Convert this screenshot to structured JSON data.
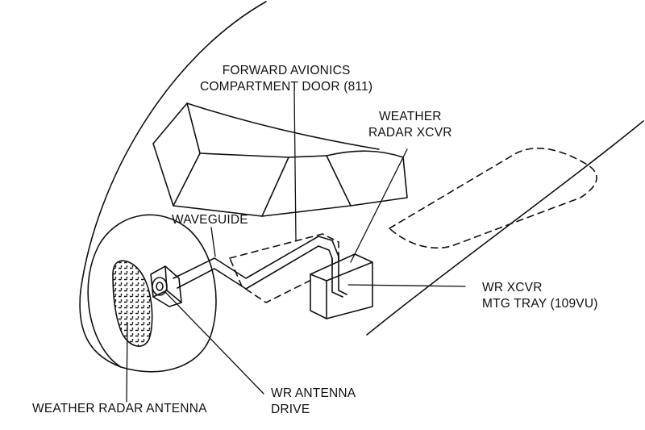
{
  "labels": {
    "forward_door": {
      "line1": "FORWARD AVIONICS",
      "line2": "COMPARTMENT DOOR (811)"
    },
    "radar_xcvr": {
      "line1": "WEATHER",
      "line2": "RADAR XCVR"
    },
    "waveguide": {
      "line1": "WAVEGUIDE"
    },
    "mtg_tray": {
      "line1": "WR XCVR",
      "line2": "MTG TRAY (109VU)"
    },
    "antenna_drive": {
      "line1": "WR ANTENNA",
      "line2": "DRIVE"
    },
    "antenna": {
      "line1": "WEATHER RADAR ANTENNA"
    }
  },
  "colors": {
    "ink": "#111111",
    "background": "#ffffff"
  }
}
